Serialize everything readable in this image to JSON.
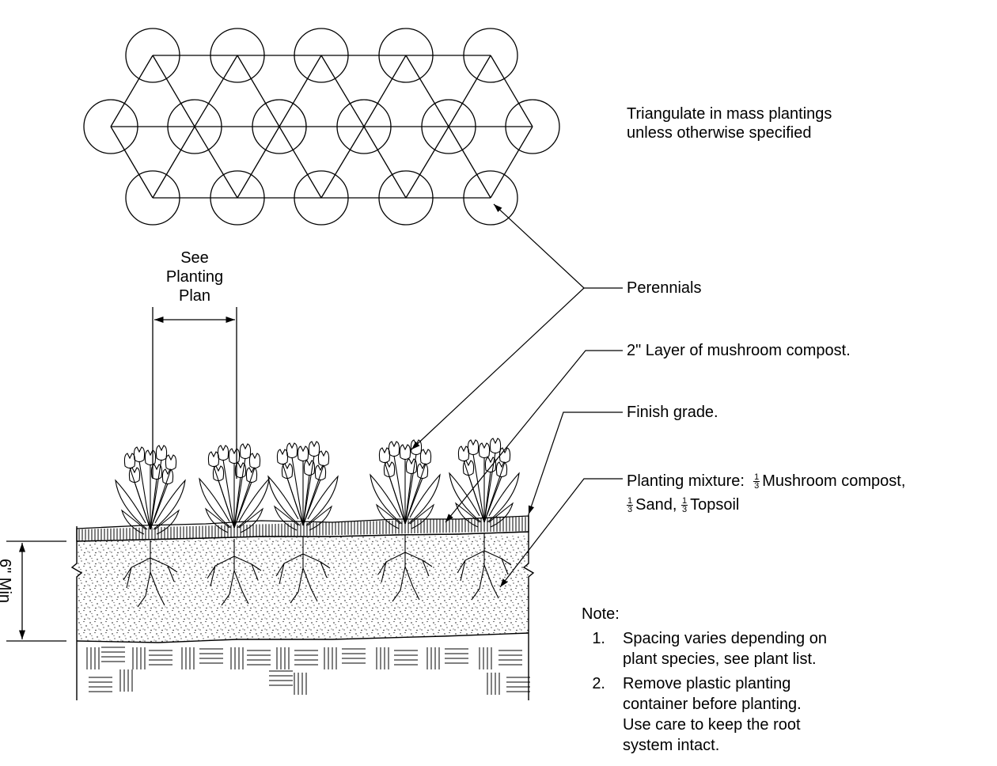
{
  "labels": {
    "triangulate": [
      "Triangulate in mass plantings",
      "unless otherwise specified"
    ],
    "spacing": [
      "See",
      "Planting",
      "Plan"
    ],
    "perennials": "Perennials",
    "compost_layer": "2\" Layer of mushroom compost.",
    "finish_grade": "Finish grade.",
    "mixture_line1_prefix": "Planting mixture:",
    "mixture_line1_suffix": "Mushroom compost,",
    "mixture_line2_a": "Sand,",
    "mixture_line2_b": "Topsoil",
    "fraction_num": "1",
    "fraction_den": "3",
    "depth": "6\" Min"
  },
  "notes": {
    "title": "Note:",
    "items": [
      {
        "num": "1.",
        "lines": [
          "Spacing varies depending on",
          "plant species, see plant list."
        ]
      },
      {
        "num": "2.",
        "lines": [
          "Remove plastic planting",
          "container before planting.",
          "Use care to keep the root",
          "system intact."
        ]
      }
    ]
  }
}
